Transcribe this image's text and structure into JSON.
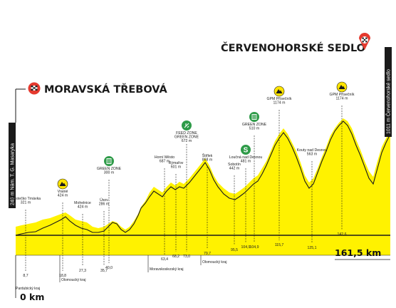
{
  "start": {
    "name": "MORAVSKÁ TŘEBOVÁ",
    "elevation_label": "248 m Nám. T. G. Masaryka",
    "km_label": "0 km"
  },
  "finish": {
    "name": "ČERVENOHORSKÉ SEDLO",
    "elevation_label": "1011 m Červenohorské sedlo",
    "km_label": "161,5 km"
  },
  "waypoints": [
    {
      "name": "Městečko Trnávka",
      "alt": "321 m",
      "km": "8,7"
    },
    {
      "name": "Vranié",
      "alt": "424 m",
      "km": "18,8",
      "icon": "gpm"
    },
    {
      "name": "Mohelnice",
      "alt": "424 m",
      "km": "27,3"
    },
    {
      "name": "Úsov",
      "alt": "286 m",
      "km": "35,7"
    },
    {
      "name": "GREEN ZONE",
      "alt": "300 m",
      "km": "40,0",
      "icon": "green-zone"
    },
    {
      "name": "Horní Město",
      "alt": "687 m",
      "km": "63,4"
    },
    {
      "name": "Rýmařov",
      "alt": "601 m",
      "km": "68,2"
    },
    {
      "name": "FEED ZONE / GREEN ZONE",
      "alt": "672 m",
      "km": "73,0",
      "icon": "feed-zone"
    },
    {
      "name": "Štiřlek",
      "alt": "868 m",
      "km": "79,7"
    },
    {
      "name": "Sobotín",
      "alt": "442 m",
      "km": "95,5"
    },
    {
      "name": "Loučná nad Desnou",
      "alt": "481 m",
      "km": "104,9",
      "icon": "sprint"
    },
    {
      "name": "GREEN ZONE",
      "alt": "510 m",
      "km": "104,9",
      "icon": "green-zone"
    },
    {
      "name": "GPM Přísečník",
      "alt": "1174 m",
      "km": "115,7",
      "icon": "gpm"
    },
    {
      "name": "Kouty nad Desnou",
      "alt": "563 m",
      "km": "125,1"
    },
    {
      "name": "GPM Přísečník",
      "alt": "1174 m",
      "km": "142,6",
      "icon": "gpm"
    }
  ],
  "regions": {
    "pardubicky": "Pardubický kraj",
    "olomoucky1": "Olomoucký kraj",
    "moravskoslezsky": "Moravskoslezský kraj",
    "olomoucky2": "Olomoucký kraj"
  },
  "colors": {
    "profile_fill": "#fff200",
    "ink": "#1a1a1a",
    "green": "#2e9b48",
    "gpm": "#ffe400"
  }
}
